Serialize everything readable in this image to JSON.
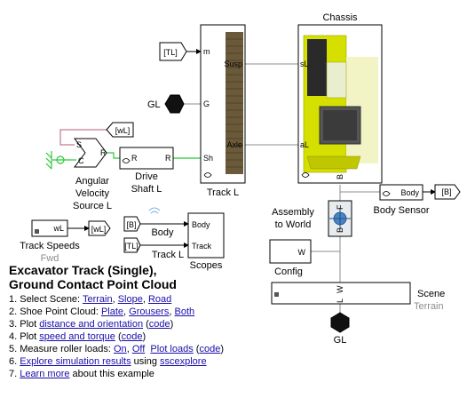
{
  "blocks": {
    "chassis": {
      "label": "Chassis"
    },
    "track": {
      "label": "Track L",
      "ports_left": [
        "m",
        "G",
        "Sh"
      ],
      "ports_right": [
        "Susp",
        "Axle"
      ]
    },
    "drive_shaft": {
      "label_1": "Drive",
      "label_2": "Shaft L",
      "port_R_left": "R",
      "port_R_right": "R"
    },
    "angular_velocity": {
      "label_1": "Angular",
      "label_2": "Velocity",
      "label_3": "Source L",
      "port_S": "S",
      "port_C": "C",
      "port_R": "R"
    },
    "tl_tag": {
      "text": "[TL]"
    },
    "gl_ref": {
      "text": "GL"
    },
    "wl_tag": {
      "text": "[wL]"
    },
    "chassis_ports": {
      "sL": "sL",
      "aL": "aL",
      "B": "B"
    },
    "assembly": {
      "label_1": "Assembly",
      "label_2": "to World",
      "port_F": "F",
      "port_B": "B"
    },
    "body_sensor": {
      "label": "Body Sensor",
      "port": "Body",
      "out_tag": "[B]"
    },
    "track_speeds": {
      "label": "Track Speeds",
      "sub": "Fwd",
      "port": "wL",
      "out_tag": "[wL]"
    },
    "scopes": {
      "label": "Scopes",
      "port_body": "Body",
      "port_track": "Track",
      "in_b": "[B]",
      "in_tl": "[TL]",
      "sig_body": "Body",
      "sig_track": "Track L"
    },
    "config": {
      "label": "Config",
      "port": "W"
    },
    "scene": {
      "label": "Scene",
      "sub": "Terrain",
      "port_w": "W",
      "port_l": "L"
    },
    "gl_bottom": {
      "text": "GL"
    }
  },
  "info": {
    "title_1": "Excavator Track (Single),",
    "title_2": "Ground Contact Point Cloud",
    "l1_text": "1. Select Scene: ",
    "l1_link1": "Terrain",
    "l1_sep1": ", ",
    "l1_link2": "Slope",
    "l1_sep2": ", ",
    "l1_link3": "Road",
    "l2_text": "2. Shoe Point Cloud: ",
    "l2_link1": "Plate",
    "l2_sep1": ", ",
    "l2_link2": "Grousers",
    "l2_sep2": ", ",
    "l2_link3": "Both",
    "l3_text": "3. Plot ",
    "l3_link1": "distance and orientation",
    "l3_mid": " (",
    "l3_link2": "code",
    "l3_end": ")",
    "l4_text": "4. Plot ",
    "l4_link1": "speed and torque",
    "l4_mid": " (",
    "l4_link2": "code",
    "l4_end": ")",
    "l5_text": "5. Measure roller loads: ",
    "l5_link1": "On",
    "l5_sep1": ", ",
    "l5_link2": "Off",
    "l5_sep2": "  ",
    "l5_link3": "Plot loads",
    "l5_mid": " (",
    "l5_link4": "code",
    "l5_end": ")",
    "l6_text": "6. ",
    "l6_link1": "Explore simulation results",
    "l6_mid": " using ",
    "l6_link2": "sscexplore",
    "l7_text": "7. ",
    "l7_link1": "Learn more",
    "l7_end": " about this example"
  },
  "colors": {
    "physical_line": "#2cc63a",
    "signal_line": "#8c8c8c",
    "link": "#1a0dab",
    "chassis_yellow": "#d6e000"
  }
}
